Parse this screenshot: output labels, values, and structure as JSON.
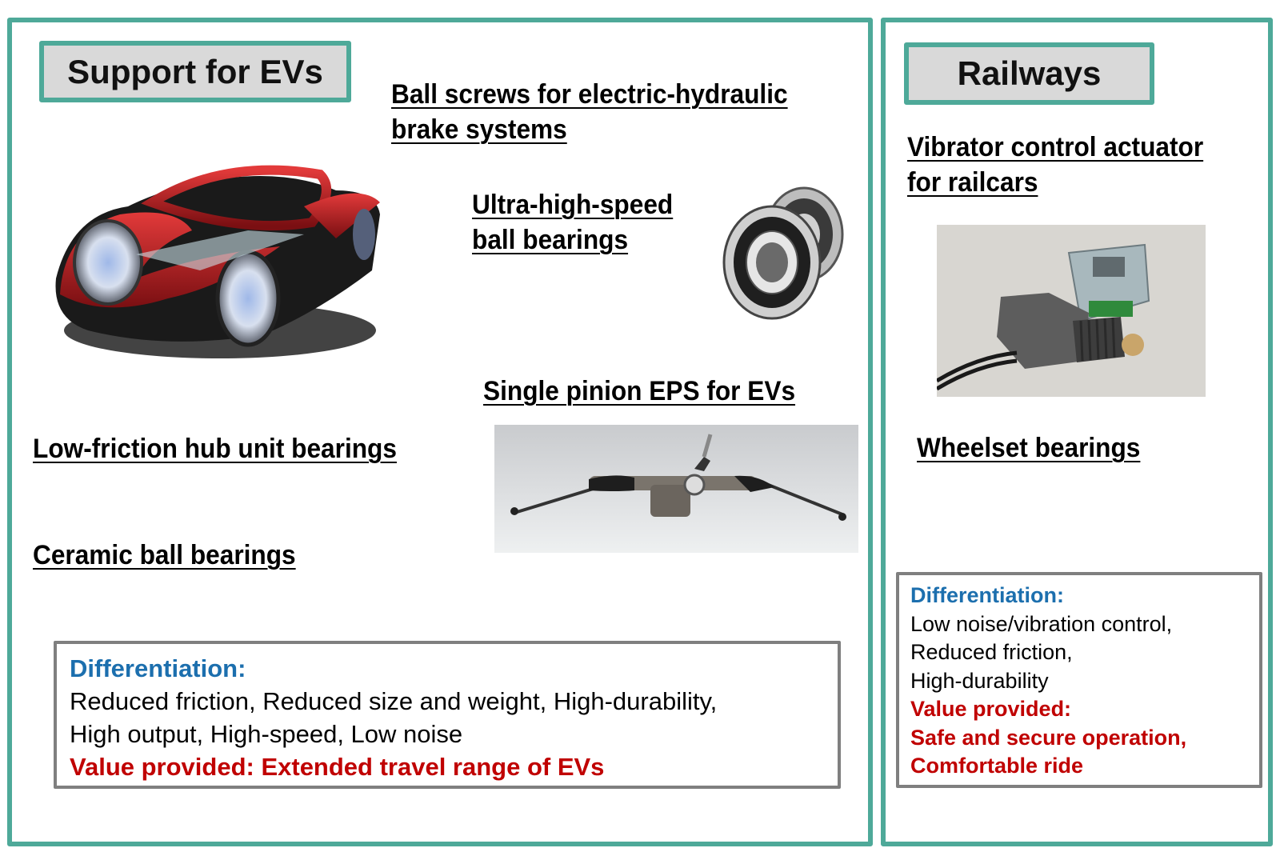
{
  "ev_panel": {
    "title": "Support for EVs",
    "labels": {
      "ball_screws": [
        "Ball screws for electric-hydraulic",
        "brake systems"
      ],
      "ultra_high_speed": [
        "Ultra-high-speed",
        "ball bearings"
      ],
      "single_pinion_eps": "Single pinion EPS for EVs",
      "low_friction_hub": "Low-friction hub unit bearings",
      "ceramic": "Ceramic ball bearings"
    },
    "images": {
      "car": "ev-concept-car-image",
      "bearing": "ball-bearing-image",
      "eps": "steering-rack-image"
    },
    "differentiation": {
      "heading": "Differentiation:",
      "lines": [
        "Reduced friction, Reduced size and weight, High-durability,",
        "High output, High-speed, Low noise"
      ],
      "value": "Value provided: Extended travel range of EVs"
    }
  },
  "rail_panel": {
    "title": "Railways",
    "labels": {
      "vibrator_actuator": [
        "Vibrator control actuator",
        "for railcars"
      ],
      "wheelset": "Wheelset bearings"
    },
    "images": {
      "actuator": "actuator-image"
    },
    "differentiation": {
      "heading": "Differentiation:",
      "lines": [
        "Low noise/vibration control,",
        "Reduced friction,",
        "High-durability"
      ],
      "value_heading": "Value provided:",
      "value_lines": [
        "Safe and secure operation,",
        "Comfortable ride"
      ]
    }
  },
  "colors": {
    "panel_border": "#4ea999",
    "title_bg": "#d9d9d9",
    "diff_border": "#7f7f7f",
    "heading_blue": "#1c6fae",
    "value_red": "#c00000"
  }
}
